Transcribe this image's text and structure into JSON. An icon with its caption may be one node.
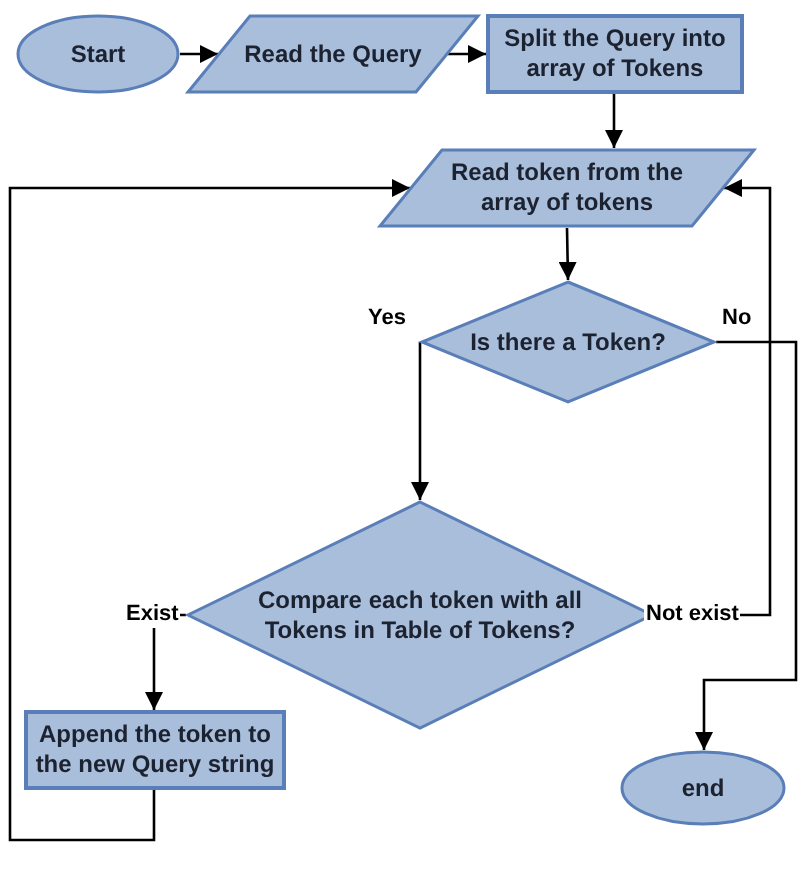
{
  "diagram": {
    "nodes": [
      {
        "text": [
          "Start"
        ]
      },
      {
        "text": [
          "Read the Query"
        ]
      },
      {
        "text": [
          "Split the Query into array of Tokens"
        ]
      },
      {
        "text": [
          "Read token from the array of tokens"
        ]
      },
      {
        "text": [
          "Is there a Token?"
        ]
      },
      {
        "text": [
          "Compare each token with all Tokens in Table of Tokens?"
        ]
      },
      {
        "text": [
          "Append the token to the new Query string"
        ]
      },
      {
        "text": [
          "end"
        ]
      }
    ],
    "edges": [
      {
        "from": 0,
        "to": 1,
        "arrow": "to"
      },
      {
        "from": 1,
        "to": 2,
        "arrow": "to"
      },
      {
        "from": 2,
        "to": 3,
        "arrow": "to"
      },
      {
        "from": 3,
        "to": 4,
        "arrow": "to"
      },
      {
        "from": 4,
        "to": 5,
        "arrow": "to",
        "label": "Yes"
      },
      {
        "from": 4,
        "to": 7,
        "arrow": "to",
        "label": "No"
      },
      {
        "from": 5,
        "to": 6,
        "arrow": "to",
        "label": "Exist"
      },
      {
        "from": 5,
        "to": 3,
        "arrow": "to",
        "label": "Not exist"
      },
      {
        "from": 6,
        "to": 3,
        "arrow": "to"
      }
    ]
  }
}
